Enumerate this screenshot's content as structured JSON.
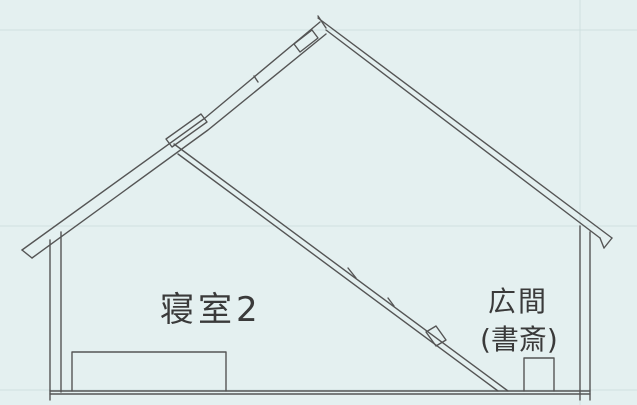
{
  "drawing": {
    "rooms": [
      {
        "id": "bedroom",
        "label": "寝室2"
      },
      {
        "id": "hall",
        "label": "広間"
      },
      {
        "id": "hall-sub",
        "label": "(書斎)"
      }
    ],
    "colors": {
      "paper": "#e4f0f0",
      "pencil": "#555555",
      "grid": "#cfe0e0"
    }
  }
}
